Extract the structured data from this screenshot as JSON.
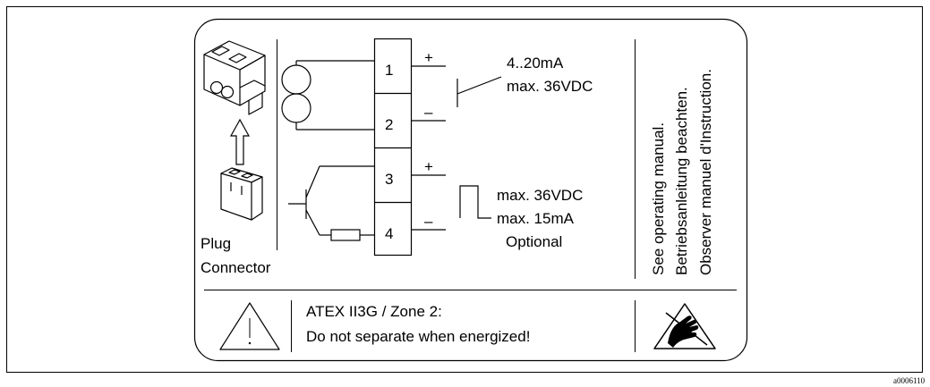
{
  "plug_connector": {
    "line1": "Plug",
    "line2": "Connector"
  },
  "terminals": [
    "1",
    "2",
    "3",
    "4"
  ],
  "polarity": {
    "plus": "+",
    "minus": "–"
  },
  "current_output": {
    "range": "4..20mA",
    "max_voltage": "max. 36VDC"
  },
  "pulse_output": {
    "max_voltage": "max. 36VDC",
    "max_current": "max. 15mA",
    "note": "Optional"
  },
  "manual_notes": [
    "See operating manual.",
    "Betriebsanleitung beachten.",
    "Observer manuel d'Instruction."
  ],
  "atex_warning": {
    "line1": "ATEX II3G / Zone 2:",
    "line2": "Do not separate when energized!",
    "warning_icon_mark": "!"
  },
  "reference_code": "a0006110",
  "icons": {
    "warning": "warning-triangle-icon",
    "esd": "esd-hand-icon",
    "plug": "plug-connector-icon",
    "socket": "socket-connector-icon",
    "arrow": "up-arrow-icon"
  }
}
